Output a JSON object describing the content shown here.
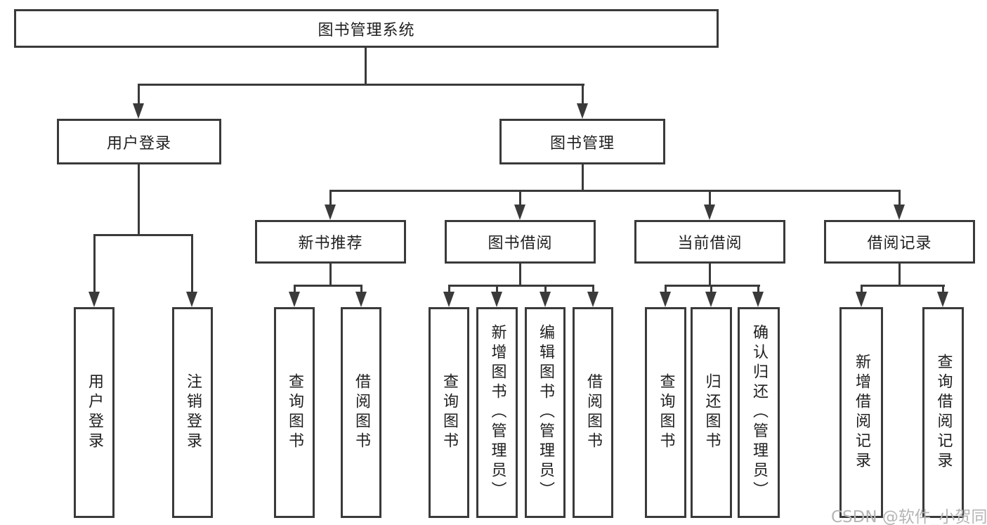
{
  "nodes": {
    "root": "图书管理系统",
    "user_login": "用户登录",
    "book_mgmt": "图书管理",
    "leaf_user_login": "用户登录",
    "leaf_logout": "注销登录",
    "new_books": "新书推荐",
    "book_borrow": "图书借阅",
    "current_borrow": "当前借阅",
    "borrow_records": "借阅记录",
    "nb_query": "查询图书",
    "nb_borrow": "借阅图书",
    "bb_query": "查询图书",
    "bb_add": "新增图书（管理员）",
    "bb_edit": "编辑图书（管理员）",
    "bb_borrow": "借阅图书",
    "cb_query": "查询图书",
    "cb_return": "归还图书",
    "cb_confirm": "确认归还（管理员）",
    "br_add": "新增借阅记录",
    "br_query": "查询借阅记录"
  },
  "structure": {
    "图书管理系统": {
      "用户登录": [
        "用户登录",
        "注销登录"
      ],
      "图书管理": {
        "新书推荐": [
          "查询图书",
          "借阅图书"
        ],
        "图书借阅": [
          "查询图书",
          "新增图书（管理员）",
          "编辑图书（管理员）",
          "借阅图书"
        ],
        "当前借阅": [
          "查询图书",
          "归还图书",
          "确认归还（管理员）"
        ],
        "借阅记录": [
          "新增借阅记录",
          "查询借阅记录"
        ]
      }
    }
  },
  "watermark": "CSDN @软件_小贺同学",
  "colors": {
    "line": "#3a3a3a",
    "text": "#1f1f1f",
    "box_fill": "#ffffff",
    "background": "#ffffff",
    "watermark": "#b5b5b5"
  }
}
